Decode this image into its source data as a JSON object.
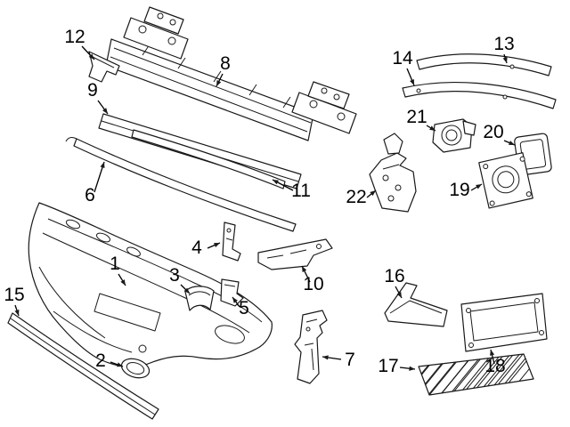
{
  "diagram": {
    "background": "#ffffff",
    "line_color": "#191919",
    "callouts": [
      "1",
      "2",
      "3",
      "4",
      "5",
      "6",
      "7",
      "8",
      "9",
      "10",
      "11",
      "12",
      "13",
      "14",
      "15",
      "16",
      "17",
      "18",
      "19",
      "20",
      "21",
      "22"
    ]
  }
}
